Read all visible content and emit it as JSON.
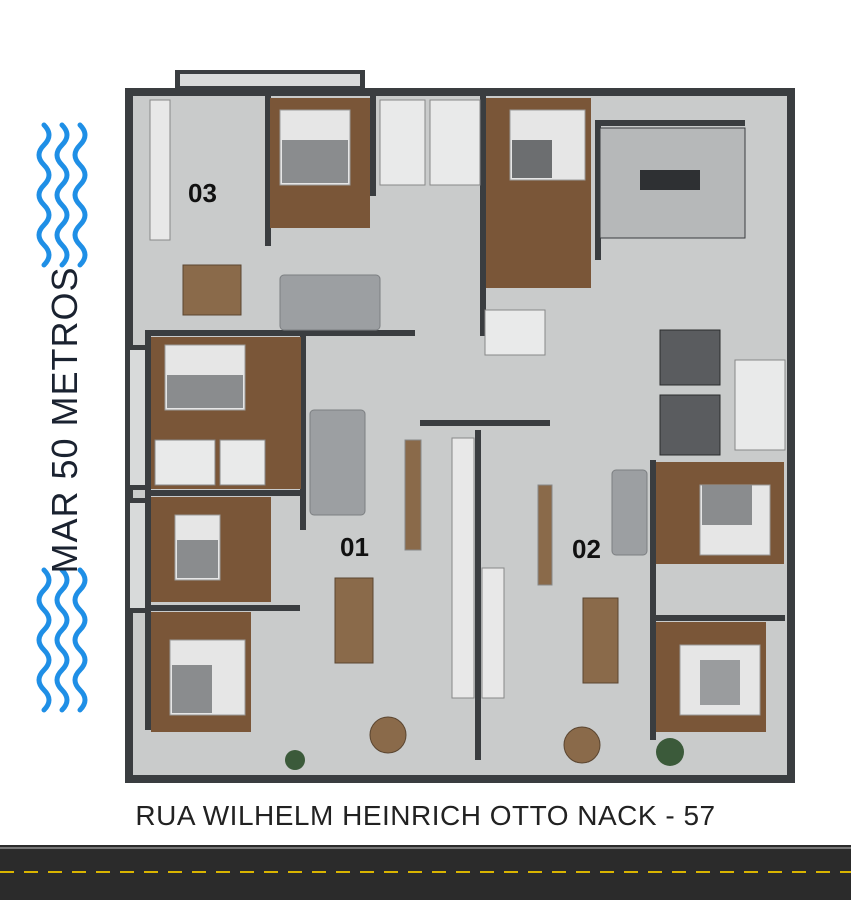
{
  "distance_label": "MAR 50 METROS",
  "street_label": "RUA WILHELM HEINRICH OTTO NACK - 57",
  "units": [
    {
      "id": "unit-03",
      "label": "03"
    },
    {
      "id": "unit-01",
      "label": "01"
    },
    {
      "id": "unit-02",
      "label": "02"
    }
  ],
  "colors": {
    "floor": "#c9cbcb",
    "wall": "#3a3d40",
    "wood": "#7a5638",
    "water": "#1f8fe6",
    "road": "#2b2b2b",
    "road_line": "#d9b400"
  },
  "icons": [
    "water-waves-icon",
    "bed-icon",
    "sofa-icon",
    "dining-table-icon",
    "stove-icon",
    "toilet-icon",
    "plant-icon",
    "stairs-icon",
    "elevator-icon"
  ]
}
